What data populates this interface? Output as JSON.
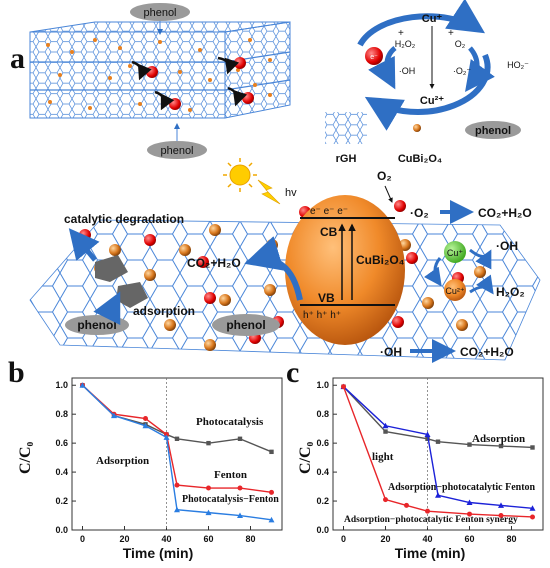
{
  "panel_a": {
    "letter": "a",
    "phenol_top": "phenol",
    "phenol_mid": "phenol",
    "phenol_right": "phenol",
    "phenol_left": "phenol",
    "phenol_center": "phenol",
    "cycle": {
      "cu_plus": "Cu⁺",
      "cu_2plus": "Cu²⁺",
      "h2o2": "H₂O₂",
      "oh": "·OH",
      "o2": "O₂",
      "o2_radical": "·O₂⁻",
      "ho2": "HO₂⁻",
      "electron": "e⁻",
      "plus_left": "+",
      "plus_right": "+"
    },
    "legend": {
      "rgh": "rGH",
      "cubi2o4": "CuBi₂O₄"
    },
    "hv": "hv",
    "band": {
      "cb": "CB",
      "vb": "VB",
      "electrons": "e⁻ e⁻ e⁻",
      "holes": "h⁺ h⁺ h⁺",
      "particle": "CuBi₂O₄"
    },
    "right_reactions": {
      "o2": "O₂",
      "o2_rad": "·O₂",
      "products_top": "CO₂+H₂O",
      "oh_top": "·OH",
      "h2o2": "H₂O₂",
      "cu_plus": "Cu⁺",
      "cu_2plus": "Cu²⁺",
      "oh_bottom": "·OH",
      "products_bottom": "CO₂+H₂O"
    },
    "left_labels": {
      "catalytic": "catalytic degradation",
      "adsorption": "adsorption",
      "products": "CO₂+H₂O"
    },
    "electron_mark": "e⁻"
  },
  "panel_b": {
    "letter": "b",
    "ylabel": "C/C₀",
    "xlabel": "Time (min)",
    "labels": [
      "Adsorption",
      "Photocatalysis",
      "Fenton",
      "Photocatalysis−Fenton"
    ]
  },
  "panel_c": {
    "letter": "c",
    "ylabel": "C/C₀",
    "xlabel": "Time (min)",
    "labels": [
      "Adsorption",
      "light",
      "Adsorption−photocatalytic Fenton",
      "Adsorption−photocatalytic Fenton synergy"
    ]
  },
  "chart_data": [
    {
      "type": "line",
      "panel": "b",
      "xlabel": "Time (min)",
      "ylabel": "C/C₀",
      "xlim": [
        -5,
        95
      ],
      "ylim": [
        0.0,
        1.05
      ],
      "xticks": [
        0,
        20,
        40,
        60,
        80
      ],
      "yticks": [
        0.0,
        0.2,
        0.4,
        0.6,
        0.8,
        1.0
      ],
      "colors": {
        "Photocatalysis": "#555555",
        "Fenton": "#e8262a",
        "Photocatalysis−Fenton": "#2a7de1"
      },
      "series": [
        {
          "name": "Photocatalysis",
          "x": [
            0,
            15,
            30,
            40,
            45,
            60,
            75,
            90
          ],
          "y": [
            1.0,
            0.79,
            0.73,
            0.66,
            0.63,
            0.6,
            0.63,
            0.54
          ]
        },
        {
          "name": "Fenton",
          "x": [
            0,
            15,
            30,
            40,
            45,
            60,
            75,
            90
          ],
          "y": [
            1.0,
            0.8,
            0.77,
            0.66,
            0.31,
            0.29,
            0.29,
            0.26
          ]
        },
        {
          "name": "Photocatalysis−Fenton",
          "x": [
            0,
            15,
            30,
            40,
            45,
            60,
            75,
            90
          ],
          "y": [
            1.0,
            0.79,
            0.72,
            0.64,
            0.14,
            0.12,
            0.1,
            0.07
          ]
        }
      ]
    },
    {
      "type": "line",
      "panel": "c",
      "xlabel": "Time (min)",
      "ylabel": "C/C₀",
      "xlim": [
        -5,
        95
      ],
      "ylim": [
        0.0,
        1.05
      ],
      "xticks": [
        0,
        20,
        40,
        60,
        80
      ],
      "yticks": [
        0.0,
        0.2,
        0.4,
        0.6,
        0.8,
        1.0
      ],
      "colors": {
        "Adsorption": "#555555",
        "Adsorption−photocatalytic Fenton": "#1c22d8",
        "Adsorption−photocatalytic Fenton synergy": "#e8262a"
      },
      "series": [
        {
          "name": "Adsorption",
          "x": [
            0,
            20,
            40,
            45,
            60,
            75,
            90
          ],
          "y": [
            0.99,
            0.68,
            0.63,
            0.61,
            0.59,
            0.58,
            0.57
          ]
        },
        {
          "name": "Adsorption−photocatalytic Fenton",
          "x": [
            0,
            20,
            40,
            45,
            60,
            75,
            90
          ],
          "y": [
            0.99,
            0.72,
            0.66,
            0.24,
            0.19,
            0.17,
            0.15
          ]
        },
        {
          "name": "Adsorption−photocatalytic Fenton synergy",
          "x": [
            0,
            20,
            30,
            40,
            60,
            75,
            90
          ],
          "y": [
            0.99,
            0.21,
            0.17,
            0.13,
            0.11,
            0.1,
            0.09
          ]
        }
      ]
    }
  ]
}
